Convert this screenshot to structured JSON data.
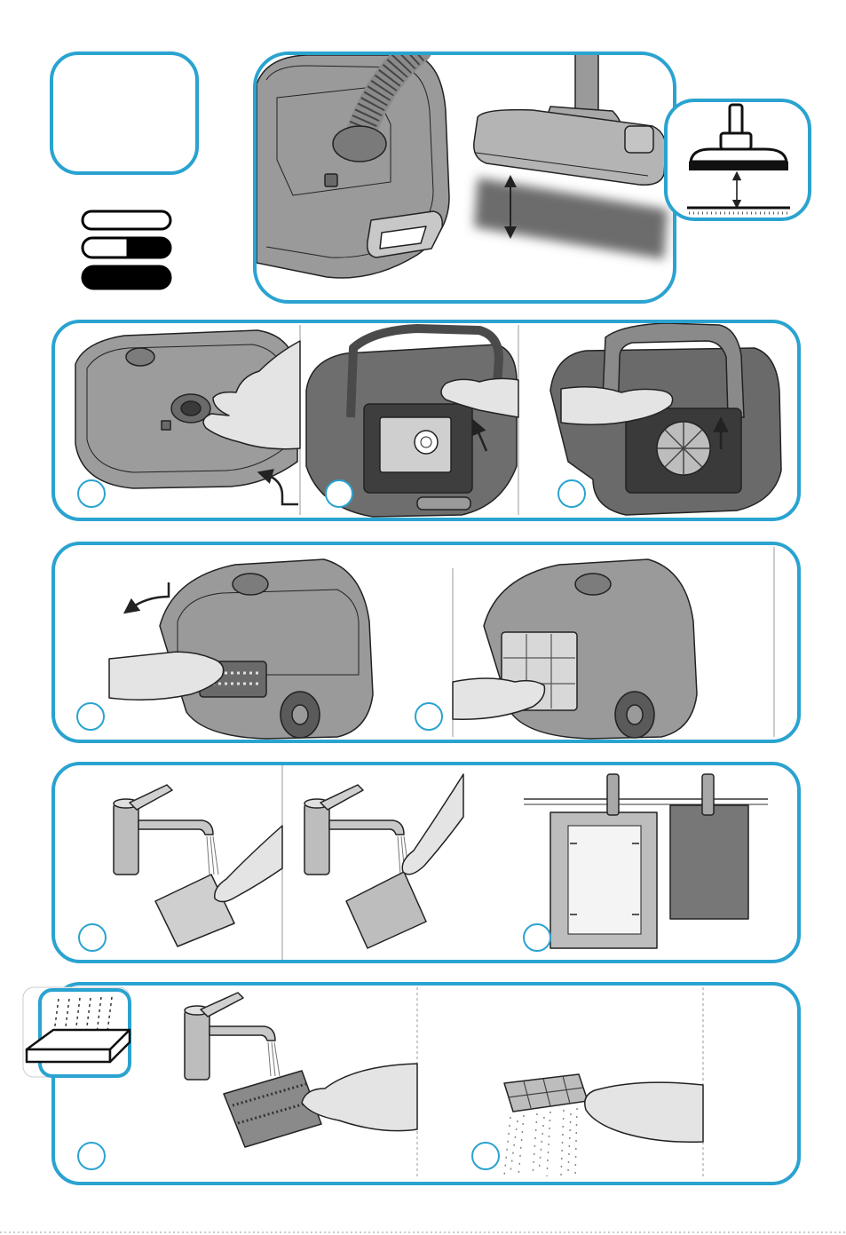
{
  "colors": {
    "frame": "#2aa3d0",
    "body_gray": "#9a9a9a",
    "dark_gray": "#5e5e5e",
    "skin": "#e4e4e4",
    "ink": "#222222"
  },
  "level_indicator": {
    "levels": [
      0,
      0.5,
      1
    ]
  },
  "icons": {
    "floor_nozzle": "floor-nozzle-icon",
    "rinse_filter": "rinse-filter-icon"
  }
}
